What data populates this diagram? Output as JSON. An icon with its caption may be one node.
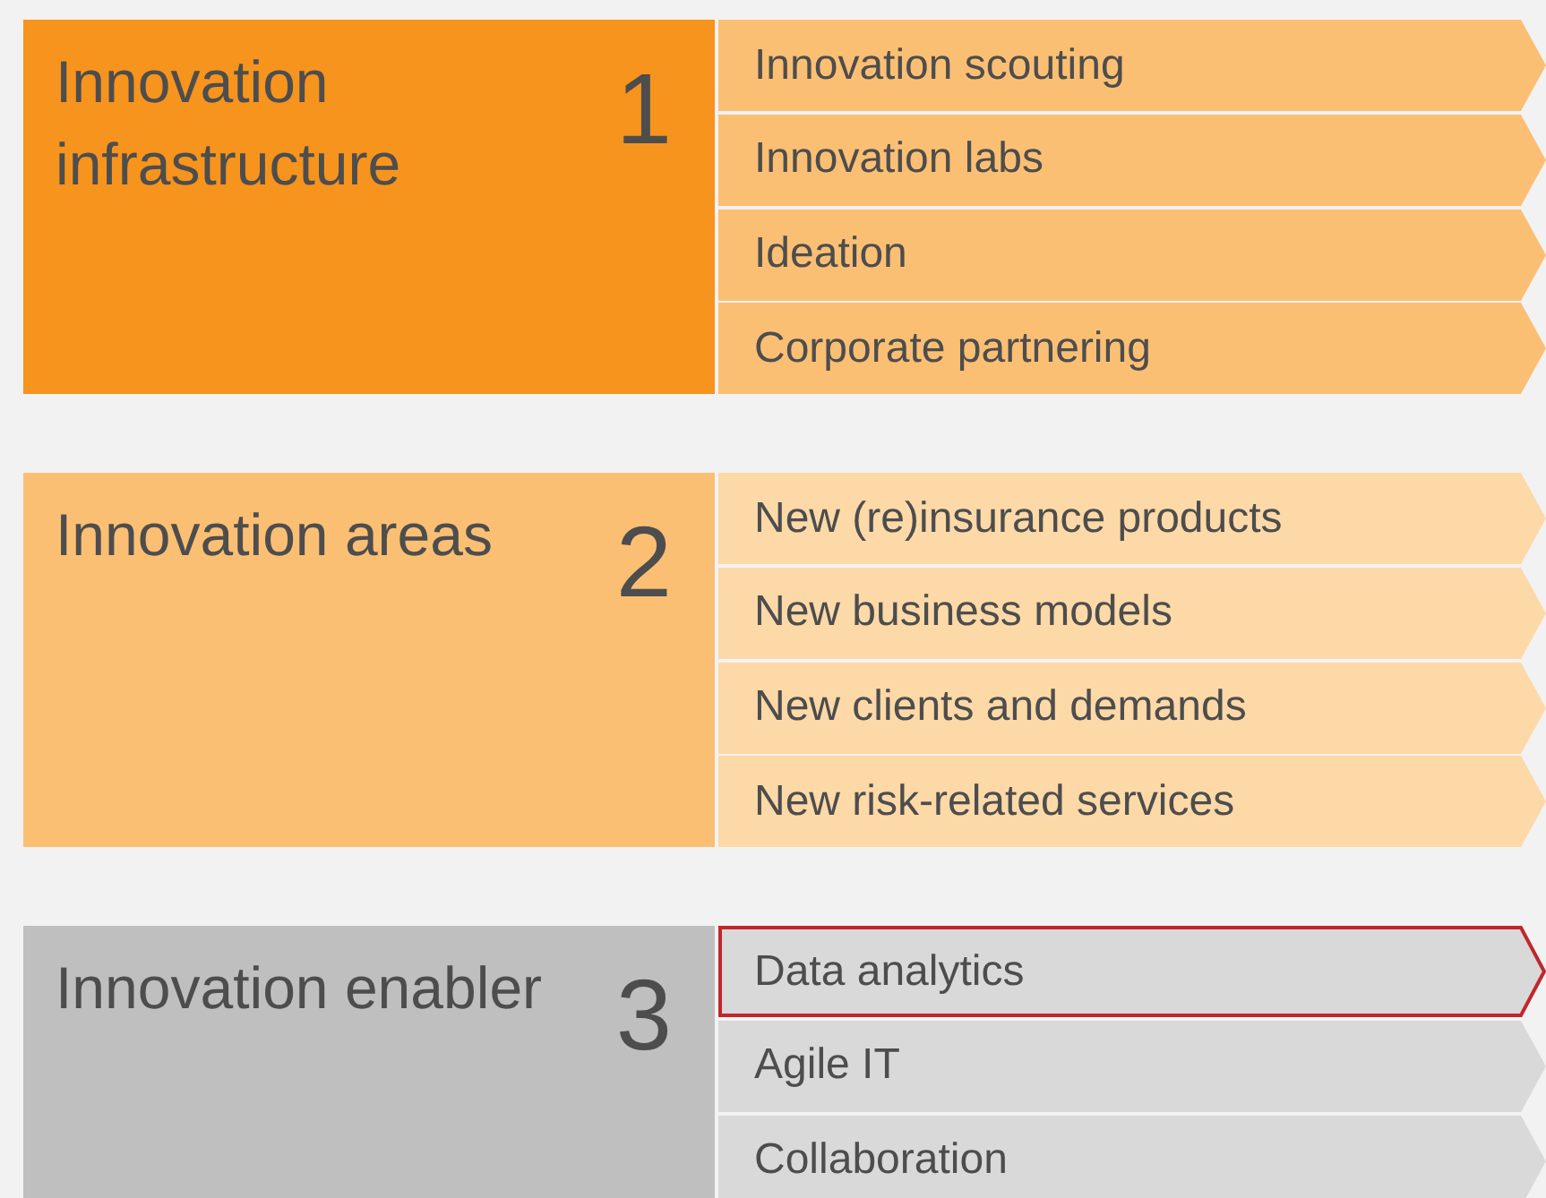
{
  "diagram": {
    "nodes": [
      {
        "text": [
          "Innovation infrastructure",
          "1"
        ]
      },
      {
        "text": [
          "Innovation scouting"
        ]
      },
      {
        "text": [
          "Innovation labs"
        ]
      },
      {
        "text": [
          "Ideation"
        ]
      },
      {
        "text": [
          "Corporate partnering"
        ]
      },
      {
        "text": [
          "Innovation areas",
          "2"
        ]
      },
      {
        "text": [
          "New (re)insurance products"
        ]
      },
      {
        "text": [
          "New business models"
        ]
      },
      {
        "text": [
          "New clients and demands"
        ]
      },
      {
        "text": [
          "New risk-related services"
        ]
      },
      {
        "text": [
          "Innovation enabler",
          "3"
        ]
      },
      {
        "text": [
          "Data analytics"
        ]
      },
      {
        "text": [
          "Agile IT"
        ]
      },
      {
        "text": [
          "Collaboration"
        ]
      }
    ]
  }
}
